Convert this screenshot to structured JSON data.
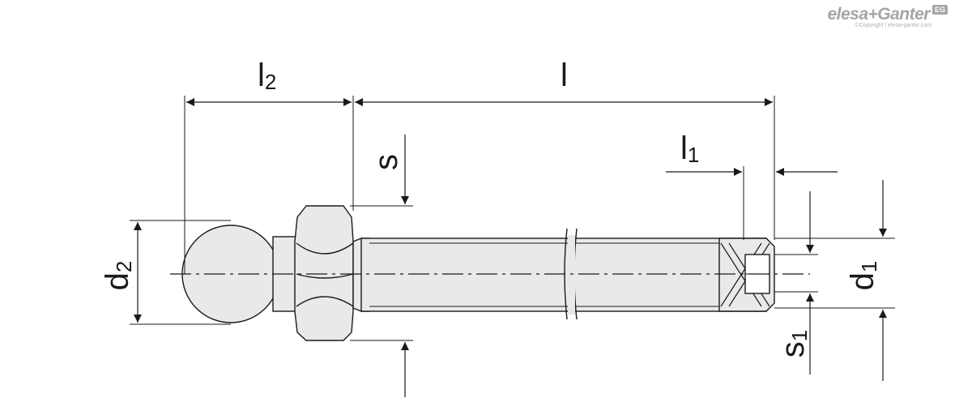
{
  "brand": {
    "name": "elesa+Ganter",
    "badge": "EG",
    "copyright": "©Copyright | elesa-ganter.com"
  },
  "dimensions": {
    "l2": {
      "base": "l",
      "sub": "2"
    },
    "l": {
      "base": "l"
    },
    "s": {
      "base": "s"
    },
    "l1": {
      "base": "l",
      "sub": "1"
    },
    "d2": {
      "base": "d",
      "sub": "2"
    },
    "d1": {
      "base": "d",
      "sub": "1"
    },
    "s1": {
      "base": "s",
      "sub": "1"
    }
  },
  "colors": {
    "line": "#1a1a1a",
    "part_fill": "#e9e9ea",
    "brand_gray": "#a5a5a5"
  }
}
